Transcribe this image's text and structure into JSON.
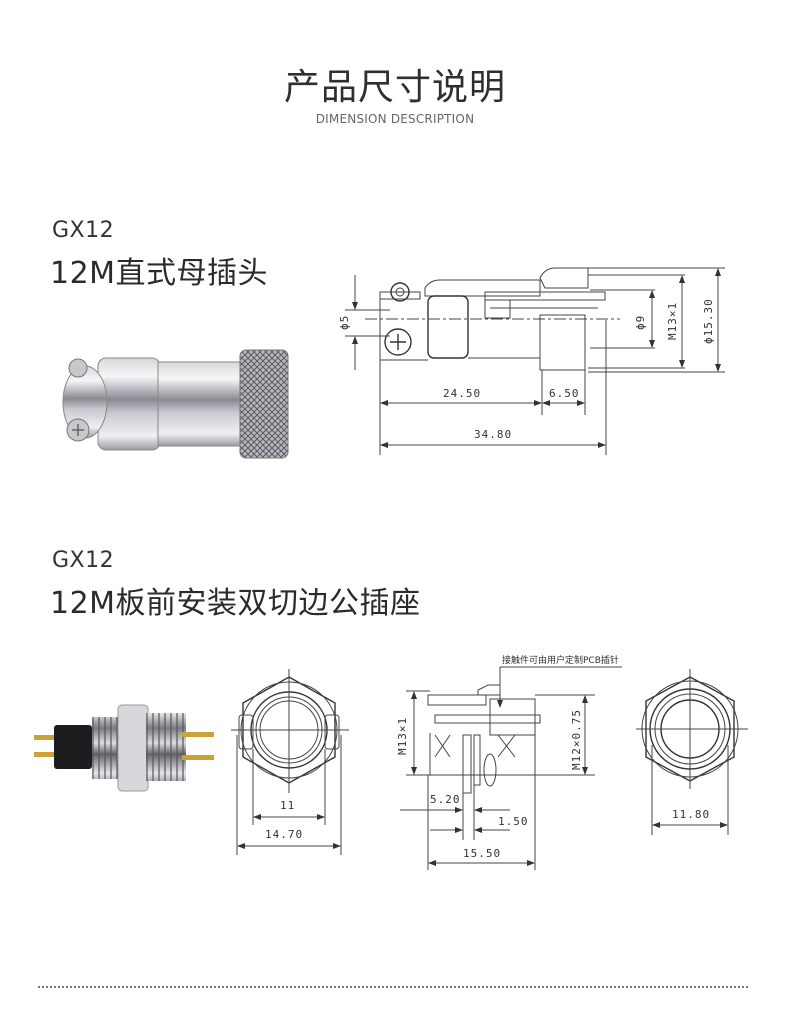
{
  "header": {
    "title": "产品尺寸说明",
    "subtitle": "DIMENSION DESCRIPTION"
  },
  "products": [
    {
      "model": "GX12",
      "name": "12M直式母插头",
      "photo": "metal-circular-female-plug-photo",
      "drawing": {
        "dimensions": {
          "d5": "ϕ5",
          "d9": "ϕ9",
          "thread": "M13×1",
          "d15_30": "ϕ15.30",
          "len_24_50": "24.50",
          "len_6_50": "6.50",
          "len_34_80": "34.80"
        }
      }
    },
    {
      "model": "GX12",
      "name": "12M板前安装双切边公插座",
      "photo": "panel-mount-male-socket-photo",
      "drawing": {
        "dimensions": {
          "w11": "11",
          "w14_70": "14.70",
          "thread_m13": "M13×1",
          "thread_m12": "M12×0.75",
          "len_5_20": "5.20",
          "len_1_50": "1.50",
          "len_15_50": "15.50",
          "w11_80": "11.80"
        },
        "note": "接触件可由用户定制PCB插针"
      }
    }
  ],
  "colors": {
    "text": "#2b2b2b",
    "subtitle": "#666666",
    "line": "#444444",
    "metal_light": "#e8e8ea",
    "metal_dark": "#6a6a70",
    "gold": "#c9a23a"
  }
}
